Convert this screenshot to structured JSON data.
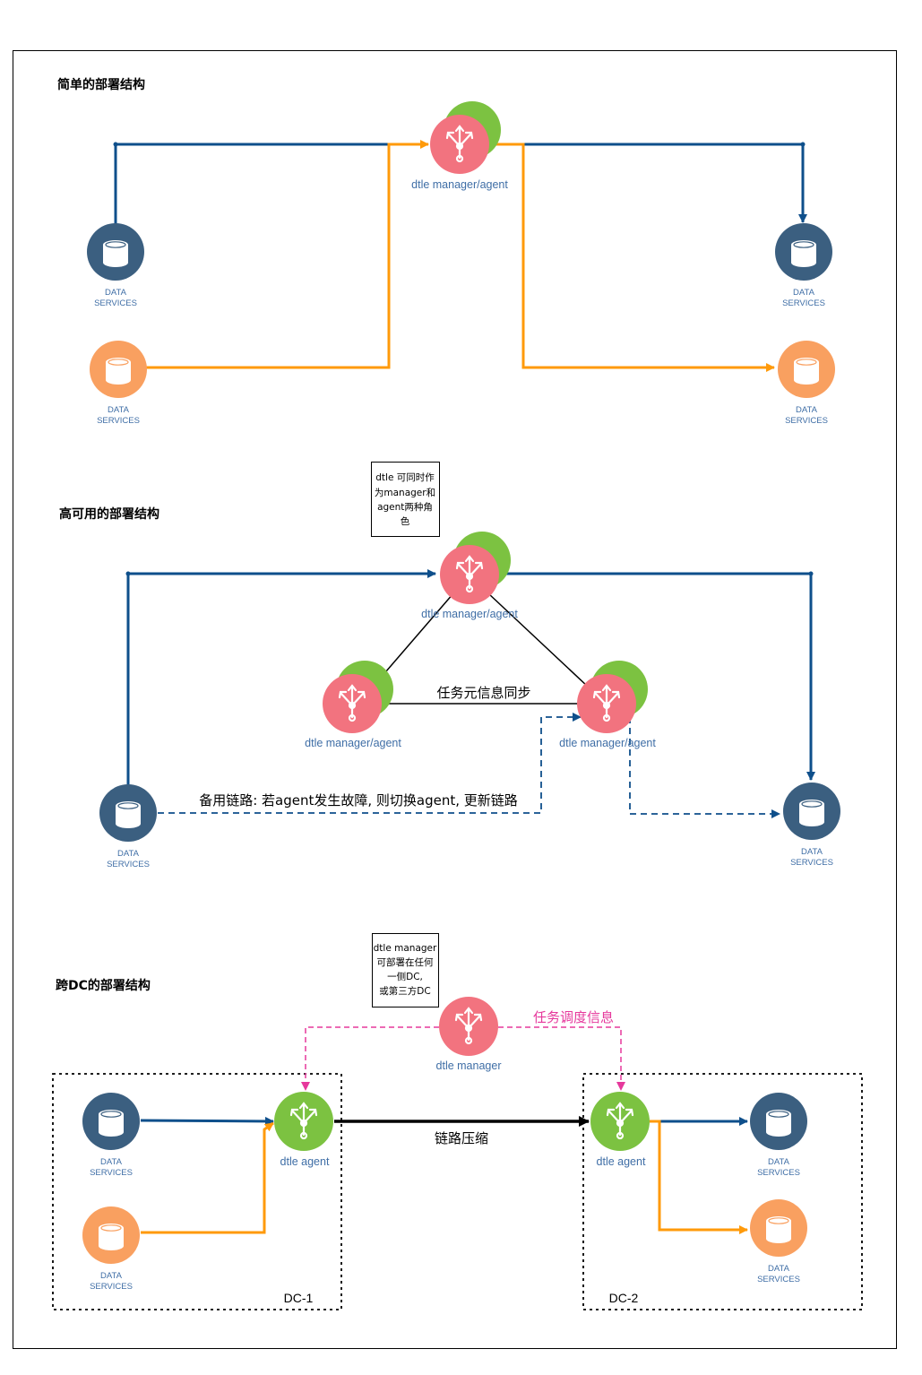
{
  "sections": {
    "simple": {
      "title": "简单的部署结构"
    },
    "ha": {
      "title": "高可用的部署结构"
    },
    "cross_dc": {
      "title": "跨DC的部署结构"
    }
  },
  "labels": {
    "data_services_line1": "DATA",
    "data_services_line2": "SERVICES",
    "manager_agent": "dtle manager/agent",
    "agent": "dtle agent",
    "manager": "dtle manager"
  },
  "ha": {
    "sync_label": "任务元信息同步",
    "backup_label": "备用链路: 若agent发生故障, 则切换agent, 更新链路",
    "note_lines": [
      "dtle 可同时作",
      "为manager和",
      "agent两种角",
      "色"
    ]
  },
  "cross_dc": {
    "schedule_label": "任务调度信息",
    "compress_label": "链路压缩",
    "dc1": "DC-1",
    "dc2": "DC-2",
    "note_lines": [
      "dtle manager",
      "可部署在任何",
      "一侧DC,",
      "或第三方DC"
    ]
  },
  "colors": {
    "blue": "#0e4f8b",
    "orange": "#ff9a0a",
    "db_blue": "#3b5f80",
    "db_orange": "#f9a060",
    "node_pink": "#f2737f",
    "node_green": "#7cc241",
    "dash_pink": "#e6389c"
  }
}
